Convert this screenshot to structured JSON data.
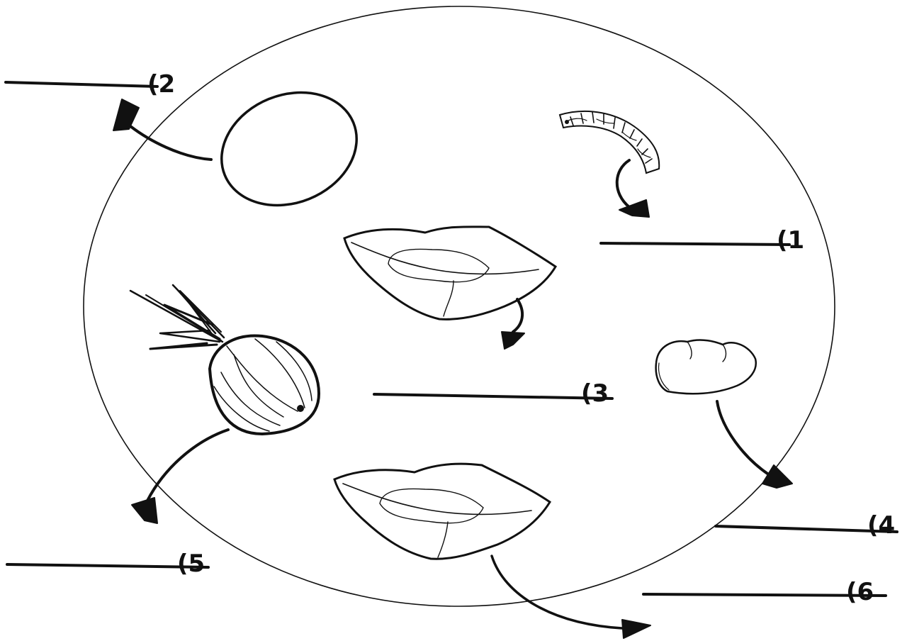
{
  "labels": {
    "label_1": "(1",
    "label_2": "(2",
    "label_3": "(3",
    "label_4": "(4",
    "label_5": "(5",
    "label_6": "(6"
  },
  "colors": {
    "ink": "#111111",
    "paper": "#ffffff"
  },
  "items": [
    "egg-outline",
    "larva",
    "leaf-top",
    "onion",
    "seed",
    "leaf-bottom"
  ]
}
